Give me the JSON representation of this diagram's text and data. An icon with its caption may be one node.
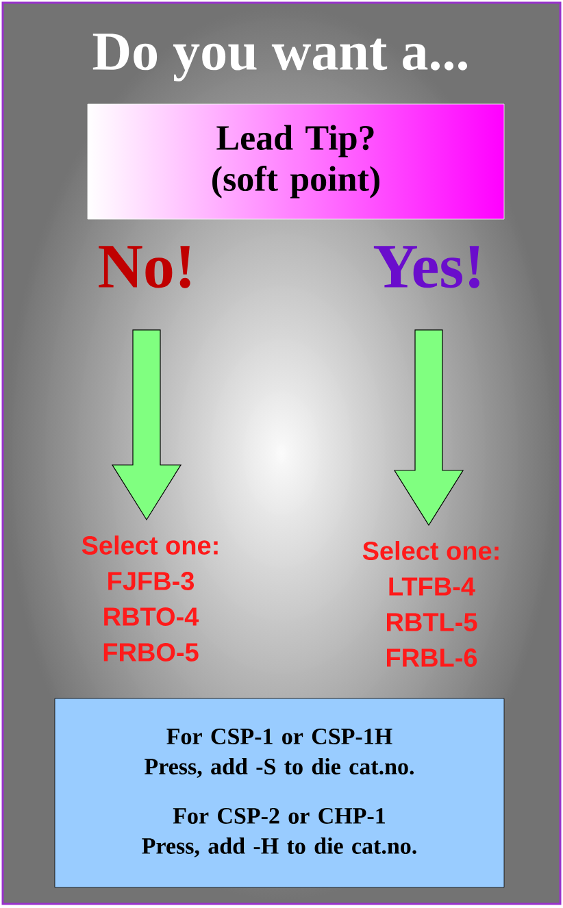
{
  "diagram": {
    "title": "Do you want a...",
    "nodes": [
      {
        "text": [
          "Lead Tip? (soft point)"
        ]
      },
      {
        "text": [
          "No!"
        ]
      },
      {
        "text": [
          "Yes!"
        ]
      },
      {
        "text": [
          "Select one:",
          "FJFB-3",
          "RBTO-4",
          "FRBO-5"
        ]
      },
      {
        "text": [
          "Select one:",
          "LTFB-4",
          "RBTL-5",
          "FRBL-6"
        ]
      },
      {
        "text": [
          "For CSP-1 or CSP-1H Press, add -S to die cat.no.",
          "For CSP-2 or CHP-1 Press, add -H to die cat.no."
        ]
      }
    ],
    "edges": [
      {
        "from": 1,
        "to": 3,
        "arrow": "to"
      },
      {
        "from": 2,
        "to": 4,
        "arrow": "to"
      }
    ]
  }
}
